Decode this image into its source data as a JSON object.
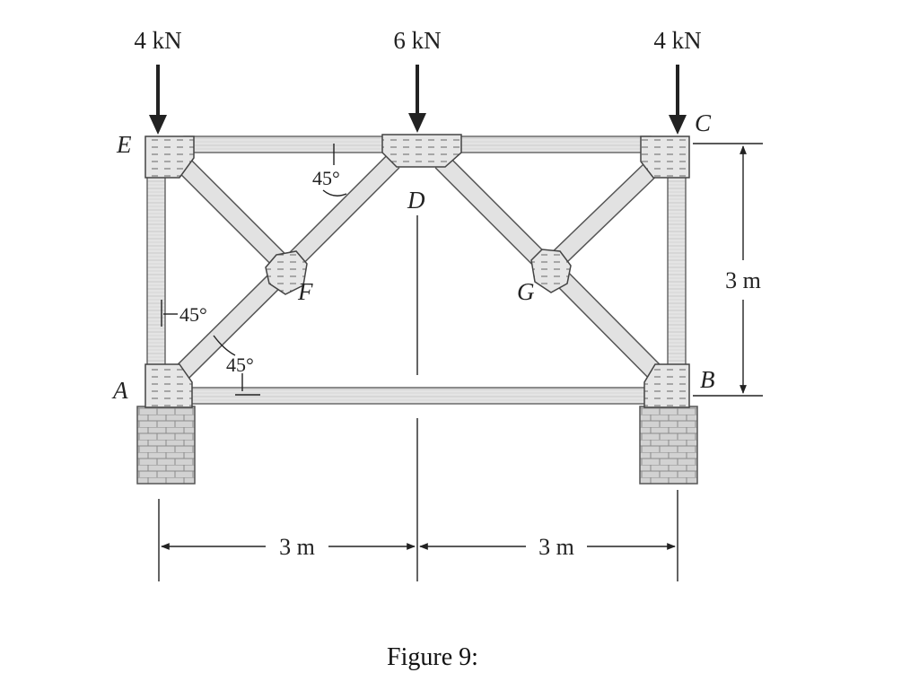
{
  "loads": {
    "left": "4 kN",
    "middle": "6 kN",
    "right": "4 kN"
  },
  "nodes": {
    "A": "A",
    "B": "B",
    "C": "C",
    "D": "D",
    "E": "E",
    "F": "F",
    "G": "G"
  },
  "angles": {
    "top": "45°",
    "left_side": "45°",
    "bottom": "45°"
  },
  "dimensions": {
    "left_span": "3 m",
    "right_span": "3 m",
    "height": "3 m"
  },
  "caption": "Figure 9:",
  "colors": {
    "member": "#dedede",
    "member_stroke": "#555555",
    "gusset": "#e2e2e2",
    "masonry": "#cfcfcf",
    "ink": "#222222"
  }
}
